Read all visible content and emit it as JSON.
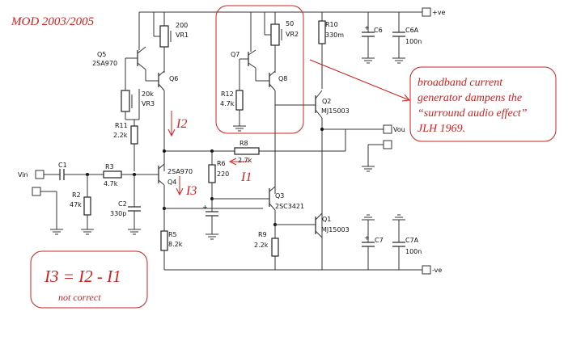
{
  "mod_title": "MOD 2003/2005",
  "rails": {
    "pos": "+ve",
    "neg": "-ve"
  },
  "io": {
    "vin": "Vin",
    "vout": "Vou"
  },
  "transistors": {
    "q5": "Q5",
    "q5_type": "2SA970",
    "q6": "Q6",
    "q7": "Q7",
    "q8": "Q8",
    "q4": "Q4",
    "q4_type": "2SA970",
    "q3": "Q3",
    "q3_type": "2SC3421",
    "q2": "Q2",
    "q2_type": "MJ15003",
    "q1": "Q1",
    "q1_type": "MJ15003"
  },
  "components": {
    "vr1": "VR1",
    "vr1_val": "200",
    "vr2": "VR2",
    "vr2_val": "50",
    "vr3": "VR3",
    "vr3_val": "20k",
    "r10": "R10",
    "r10_val": "330m",
    "c6": "C6",
    "c6a": "C6A",
    "c6a_val": "100n",
    "r12": "R12",
    "r12_val": "4.7k",
    "r11": "R11",
    "r11_val": "2.2k",
    "r8": "R8",
    "r8_val": "2.7k",
    "r6": "R6",
    "r6_val": "220",
    "c1": "C1",
    "r3": "R3",
    "r3_val": "4.7k",
    "r2": "R2",
    "r2_val": "47k",
    "c2": "C2",
    "c2_val": "330p",
    "r5": "R5",
    "r5_val": "8.2k",
    "r9": "R9",
    "r9_val": "2.2k",
    "c7": "C7",
    "c7a": "C7A",
    "c7a_val": "100n"
  },
  "currents": {
    "i2": "I2",
    "i3": "I3",
    "i1": "I1"
  },
  "equation": {
    "text": "I3 = I2 - I1",
    "note": "not correct"
  },
  "note_lines": [
    "broadband current",
    "generator dampens the",
    "“surround audio effect”",
    "JLH 1969."
  ],
  "colors": {
    "annotation": "#cc2222",
    "wire": "#333333"
  }
}
